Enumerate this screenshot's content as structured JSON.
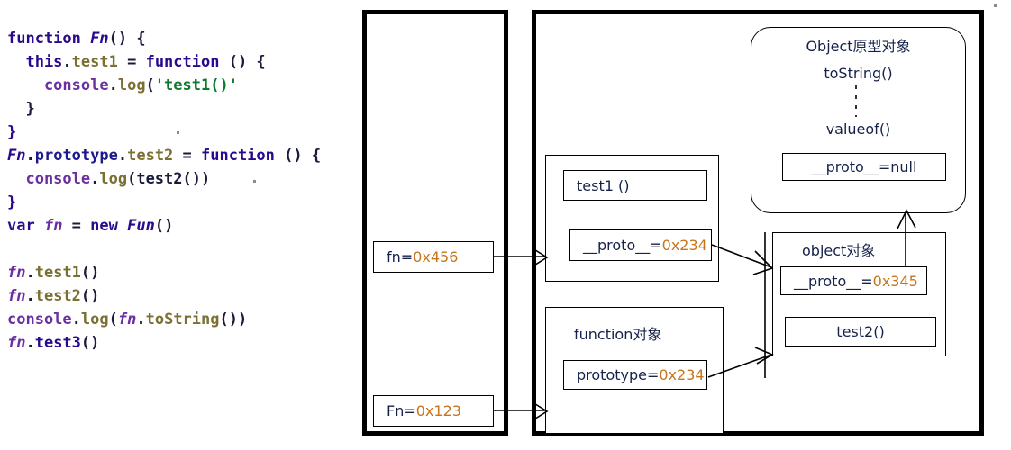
{
  "code": {
    "lines": [
      [
        {
          "t": "function ",
          "c": "tok-kw"
        },
        {
          "t": "Fn",
          "c": "tok-fnname"
        },
        {
          "t": "() {",
          "c": "tok-punct"
        }
      ],
      [
        {
          "t": "  this",
          "c": "tok-kw"
        },
        {
          "t": ".",
          "c": "tok-punct"
        },
        {
          "t": "test1",
          "c": "tok-prop"
        },
        {
          "t": " = ",
          "c": "tok-punct"
        },
        {
          "t": "function",
          "c": "tok-kw"
        },
        {
          "t": " () {",
          "c": "tok-punct"
        }
      ],
      [
        {
          "t": "    console",
          "c": "tok-obj"
        },
        {
          "t": ".",
          "c": "tok-punct"
        },
        {
          "t": "log",
          "c": "tok-prop"
        },
        {
          "t": "(",
          "c": "tok-punct"
        },
        {
          "t": "'test1()'",
          "c": "tok-str"
        }
      ],
      [
        {
          "t": "  }",
          "c": "tok-punct"
        }
      ],
      [
        {
          "t": "}",
          "c": "tok-kw"
        }
      ],
      [
        {
          "t": "Fn",
          "c": "tok-fnname"
        },
        {
          "t": ".",
          "c": "tok-punct"
        },
        {
          "t": "prototype",
          "c": "tok-kw2"
        },
        {
          "t": ".",
          "c": "tok-punct"
        },
        {
          "t": "test2",
          "c": "tok-prop"
        },
        {
          "t": " = ",
          "c": "tok-punct"
        },
        {
          "t": "function",
          "c": "tok-kw"
        },
        {
          "t": " () {",
          "c": "tok-punct"
        }
      ],
      [
        {
          "t": "  console",
          "c": "tok-obj"
        },
        {
          "t": ".",
          "c": "tok-punct"
        },
        {
          "t": "log",
          "c": "tok-prop"
        },
        {
          "t": "(test2())",
          "c": "tok-punct"
        }
      ],
      [
        {
          "t": "}",
          "c": "tok-kw"
        }
      ],
      [
        {
          "t": "var ",
          "c": "tok-kw"
        },
        {
          "t": "fn",
          "c": "tok-var"
        },
        {
          "t": " = ",
          "c": "tok-punct"
        },
        {
          "t": "new ",
          "c": "tok-kw"
        },
        {
          "t": "Fun",
          "c": "tok-fnname"
        },
        {
          "t": "()",
          "c": "tok-punct"
        }
      ],
      [
        {
          "t": " ",
          "c": "tok-punct"
        }
      ],
      [
        {
          "t": "fn",
          "c": "tok-var"
        },
        {
          "t": ".",
          "c": "tok-punct"
        },
        {
          "t": "test1",
          "c": "tok-prop"
        },
        {
          "t": "()",
          "c": "tok-punct"
        }
      ],
      [
        {
          "t": "fn",
          "c": "tok-var"
        },
        {
          "t": ".",
          "c": "tok-punct"
        },
        {
          "t": "test2",
          "c": "tok-prop"
        },
        {
          "t": "()",
          "c": "tok-punct"
        }
      ],
      [
        {
          "t": "console",
          "c": "tok-obj"
        },
        {
          "t": ".",
          "c": "tok-punct"
        },
        {
          "t": "log",
          "c": "tok-prop"
        },
        {
          "t": "(",
          "c": "tok-punct"
        },
        {
          "t": "fn",
          "c": "tok-var"
        },
        {
          "t": ".",
          "c": "tok-punct"
        },
        {
          "t": "toString",
          "c": "tok-prop"
        },
        {
          "t": "())",
          "c": "tok-punct"
        }
      ],
      [
        {
          "t": "fn",
          "c": "tok-var"
        },
        {
          "t": ".",
          "c": "tok-punct"
        },
        {
          "t": "test3",
          "c": "tok-kw"
        },
        {
          "t": "()",
          "c": "tok-punct"
        }
      ]
    ]
  },
  "stack_frame": {
    "vars": [
      {
        "label": "fn=0x456"
      },
      {
        "label": "Fn=0x123"
      }
    ]
  },
  "heap_frame": {
    "instance_object": {
      "members": [
        {
          "label": "test1 ()"
        },
        {
          "label": "__proto__=0x234"
        }
      ]
    },
    "function_object": {
      "title": "function对象",
      "members": [
        {
          "label": "prototype=0x234"
        }
      ]
    },
    "prototype_object": {
      "title": "object对象",
      "members": [
        {
          "label": "__proto__=0x345"
        },
        {
          "label": "test2()"
        }
      ]
    },
    "object_prototype": {
      "title": "Object原型对象",
      "method_top": "toString()",
      "method_bottom": "valueof()",
      "members": [
        {
          "label": "__proto__=null"
        }
      ]
    }
  },
  "colors": {
    "stroke": "#000000",
    "text": "#16224a",
    "accent_orange": "#c8741a",
    "keyword_blue": "#2a0a8c"
  }
}
